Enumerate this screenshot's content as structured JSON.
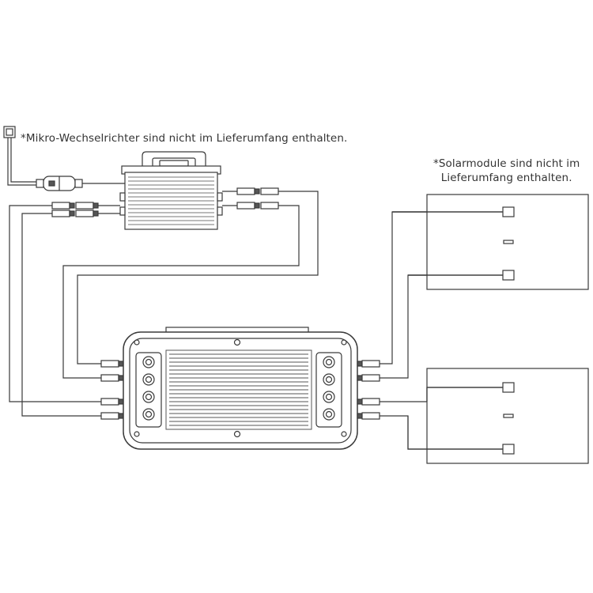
{
  "notes": {
    "inverter": "*Mikro-Wechselrichter sind nicht im Lieferumfang enthalten.",
    "solar_line1": "*Solarmodule sind nicht im",
    "solar_line2": "Lieferumfang enthalten."
  },
  "colors": {
    "line": "#3a3a3a",
    "fill": "#ffffff",
    "fin": "#555555",
    "text": "#333333"
  }
}
